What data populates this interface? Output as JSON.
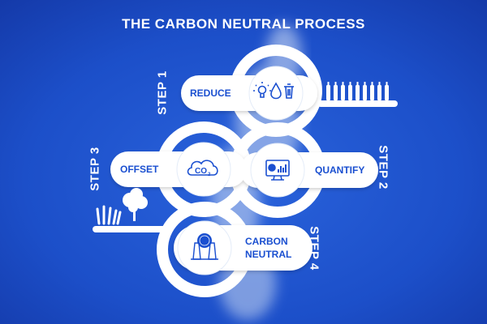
{
  "title": "THE CARBON NEUTRAL PROCESS",
  "colors": {
    "background": "#1a4fd0",
    "accent": "#1a4fd0",
    "pill": "#ffffff"
  },
  "steps": [
    {
      "step_label": "STEP 1",
      "name": "REDUCE",
      "icons": [
        "lightbulb-icon",
        "water-drop-icon",
        "recycle-bin-icon"
      ]
    },
    {
      "step_label": "STEP 2",
      "name": "QUANTIFY",
      "icons": [
        "monitor-chart-icon"
      ]
    },
    {
      "step_label": "STEP 3",
      "name": "OFFSET",
      "icons": [
        "co2-cloud-icon"
      ]
    },
    {
      "step_label": "STEP 4",
      "name_line1": "CARBON",
      "name_line2": "NEUTRAL",
      "icons": [
        "carbon-neutral-badge-icon"
      ]
    }
  ]
}
